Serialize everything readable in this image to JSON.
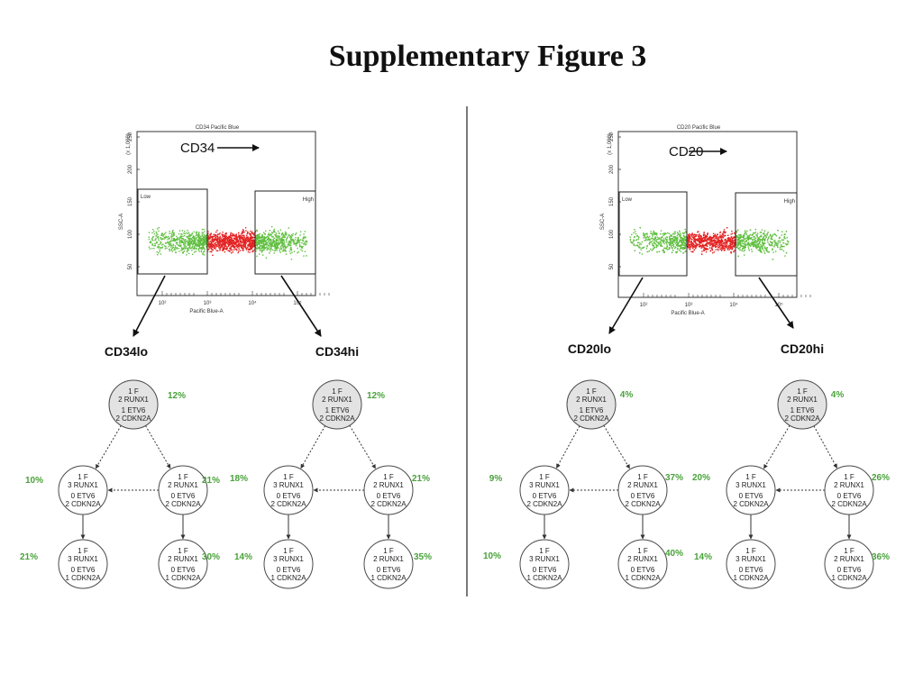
{
  "title": "Supplementary Figure 3",
  "colors": {
    "low_gate": "#5fbf3f",
    "mid": "#e32222",
    "pct": "#49a23a",
    "root_fill": "#e3e3e3"
  },
  "plots": [
    {
      "plot_title": "CD34 Pacific Blue",
      "arrow_label": "CD34",
      "ylabel": "SSC-A",
      "ymult": "(x 1,000)",
      "yticks": [
        "250",
        "200",
        "150",
        "100",
        "50"
      ],
      "xticks": [
        "10²",
        "10³",
        "10⁴",
        "10⁵"
      ],
      "xlabel": "Pacific Blue-A",
      "gate_low": "Low",
      "gate_high": "High",
      "pop_low": "CD34lo",
      "pop_high": "CD34hi"
    },
    {
      "plot_title": "CD20 Pacific Blue",
      "arrow_label": "CD20",
      "ylabel": "SSC-A",
      "ymult": "(x 1,000)",
      "yticks": [
        "250",
        "200",
        "150",
        "100",
        "50"
      ],
      "xticks": [
        "10²",
        "10³",
        "10⁴",
        "10⁵"
      ],
      "xlabel": "Pacific Blue-A",
      "gate_low": "Low",
      "gate_high": "High",
      "pop_low": "CD20lo",
      "pop_high": "CD20hi"
    }
  ],
  "trees": [
    {
      "root": {
        "lines": [
          "1 F",
          "2 RUNX1",
          "1 ETV6",
          "2 CDKN2A"
        ],
        "pct": "12%"
      },
      "mid_left": {
        "lines": [
          "1 F",
          "3 RUNX1",
          "0 ETV6",
          "2 CDKN2A"
        ],
        "pct": "10%"
      },
      "mid_right": {
        "lines": [
          "1 F",
          "2 RUNX1",
          "0 ETV6",
          "2 CDKN2A"
        ],
        "pct": "21%"
      },
      "bot_left": {
        "lines": [
          "1 F",
          "3 RUNX1",
          "0 ETV6",
          "1 CDKN2A"
        ],
        "pct": "21%"
      },
      "bot_right": {
        "lines": [
          "1 F",
          "2 RUNX1",
          "0 ETV6",
          "1 CDKN2A"
        ],
        "pct": "30%"
      }
    },
    {
      "root": {
        "lines": [
          "1 F",
          "2 RUNX1",
          "1 ETV6",
          "2 CDKN2A"
        ],
        "pct": "12%"
      },
      "mid_left": {
        "lines": [
          "1 F",
          "3 RUNX1",
          "0 ETV6",
          "2 CDKN2A"
        ],
        "pct": "18%"
      },
      "mid_right": {
        "lines": [
          "1 F",
          "2 RUNX1",
          "0 ETV6",
          "2 CDKN2A"
        ],
        "pct": "21%"
      },
      "bot_left": {
        "lines": [
          "1 F",
          "3 RUNX1",
          "0 ETV6",
          "1 CDKN2A"
        ],
        "pct": "14%"
      },
      "bot_right": {
        "lines": [
          "1 F",
          "2 RUNX1",
          "0 ETV6",
          "1 CDKN2A"
        ],
        "pct": "35%"
      }
    },
    {
      "root": {
        "lines": [
          "1 F",
          "2 RUNX1",
          "1 ETV6",
          "2 CDKN2A"
        ],
        "pct": "4%"
      },
      "mid_left": {
        "lines": [
          "1 F",
          "3 RUNX1",
          "0 ETV6",
          "2 CDKN2A"
        ],
        "pct": "9%"
      },
      "mid_right": {
        "lines": [
          "1 F",
          "2 RUNX1",
          "0 ETV6",
          "2 CDKN2A"
        ],
        "pct": "37%"
      },
      "bot_left": {
        "lines": [
          "1 F",
          "3 RUNX1",
          "0 ETV6",
          "1 CDKN2A"
        ],
        "pct": "10%"
      },
      "bot_right": {
        "lines": [
          "1 F",
          "2 RUNX1",
          "0 ETV6",
          "1 CDKN2A"
        ],
        "pct": "40%"
      }
    },
    {
      "root": {
        "lines": [
          "1 F",
          "2 RUNX1",
          "1 ETV6",
          "2 CDKN2A"
        ],
        "pct": "4%"
      },
      "mid_left": {
        "lines": [
          "1 F",
          "3 RUNX1",
          "0 ETV6",
          "2 CDKN2A"
        ],
        "pct": "20%"
      },
      "mid_right": {
        "lines": [
          "1 F",
          "2 RUNX1",
          "0 ETV6",
          "2 CDKN2A"
        ],
        "pct": "26%"
      },
      "bot_left": {
        "lines": [
          "1 F",
          "3 RUNX1",
          "0 ETV6",
          "1 CDKN2A"
        ],
        "pct": "14%"
      },
      "bot_right": {
        "lines": [
          "1 F",
          "2 RUNX1",
          "0 ETV6",
          "1 CDKN2A"
        ],
        "pct": "36%"
      }
    }
  ]
}
